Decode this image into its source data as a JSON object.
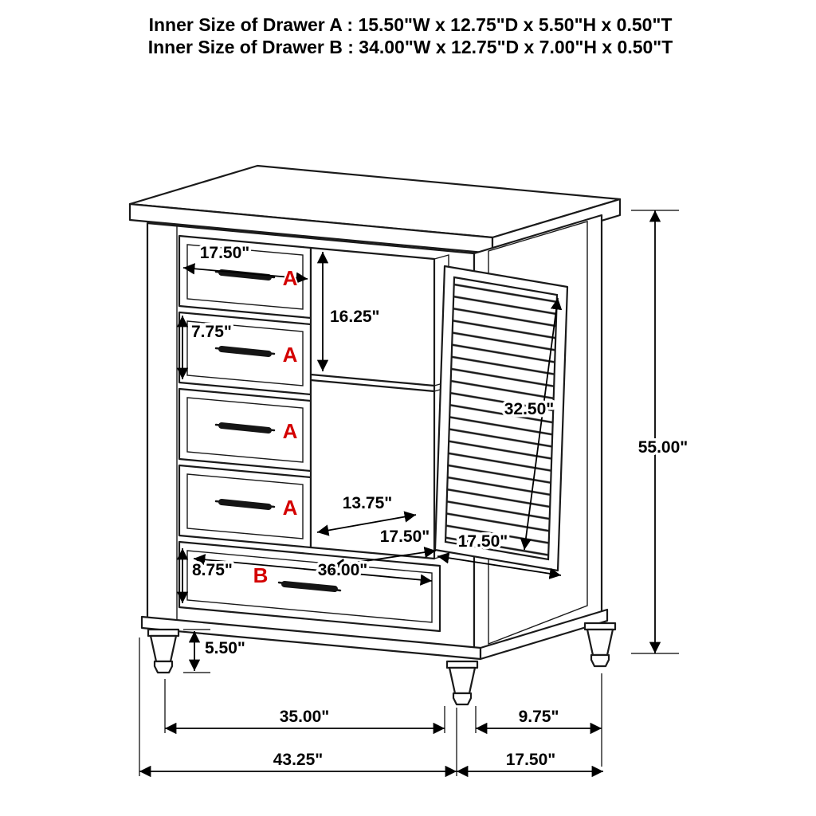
{
  "header": {
    "line1": "Inner Size of Drawer A : 15.50\"W x 12.75\"D x 5.50\"H x 0.50\"T",
    "line2": "Inner Size of Drawer B : 34.00\"W x 12.75\"D x 7.00\"H x 0.50\"T"
  },
  "letters": {
    "drawer_a": "A",
    "drawer_b": "B"
  },
  "dims": {
    "drawer_a_width": "17.50\"",
    "upper_section_height": "16.25\"",
    "drawer_a_height": "7.75\"",
    "door_height": "32.50\"",
    "overall_height": "55.00\"",
    "shelf_width": "13.75\"",
    "opening_width": "17.50\"",
    "door_width": "17.50\"",
    "drawer_b_height": "8.75\"",
    "drawer_b_width": "36.00\"",
    "foot_height": "5.50\"",
    "front_width": "35.00\"",
    "side_depth": "9.75\"",
    "overall_width": "43.25\"",
    "overall_depth": "17.50\""
  },
  "colors": {
    "line": "#1a1a1a",
    "dimension": "#000000",
    "letter": "#d40000",
    "background": "#ffffff"
  }
}
